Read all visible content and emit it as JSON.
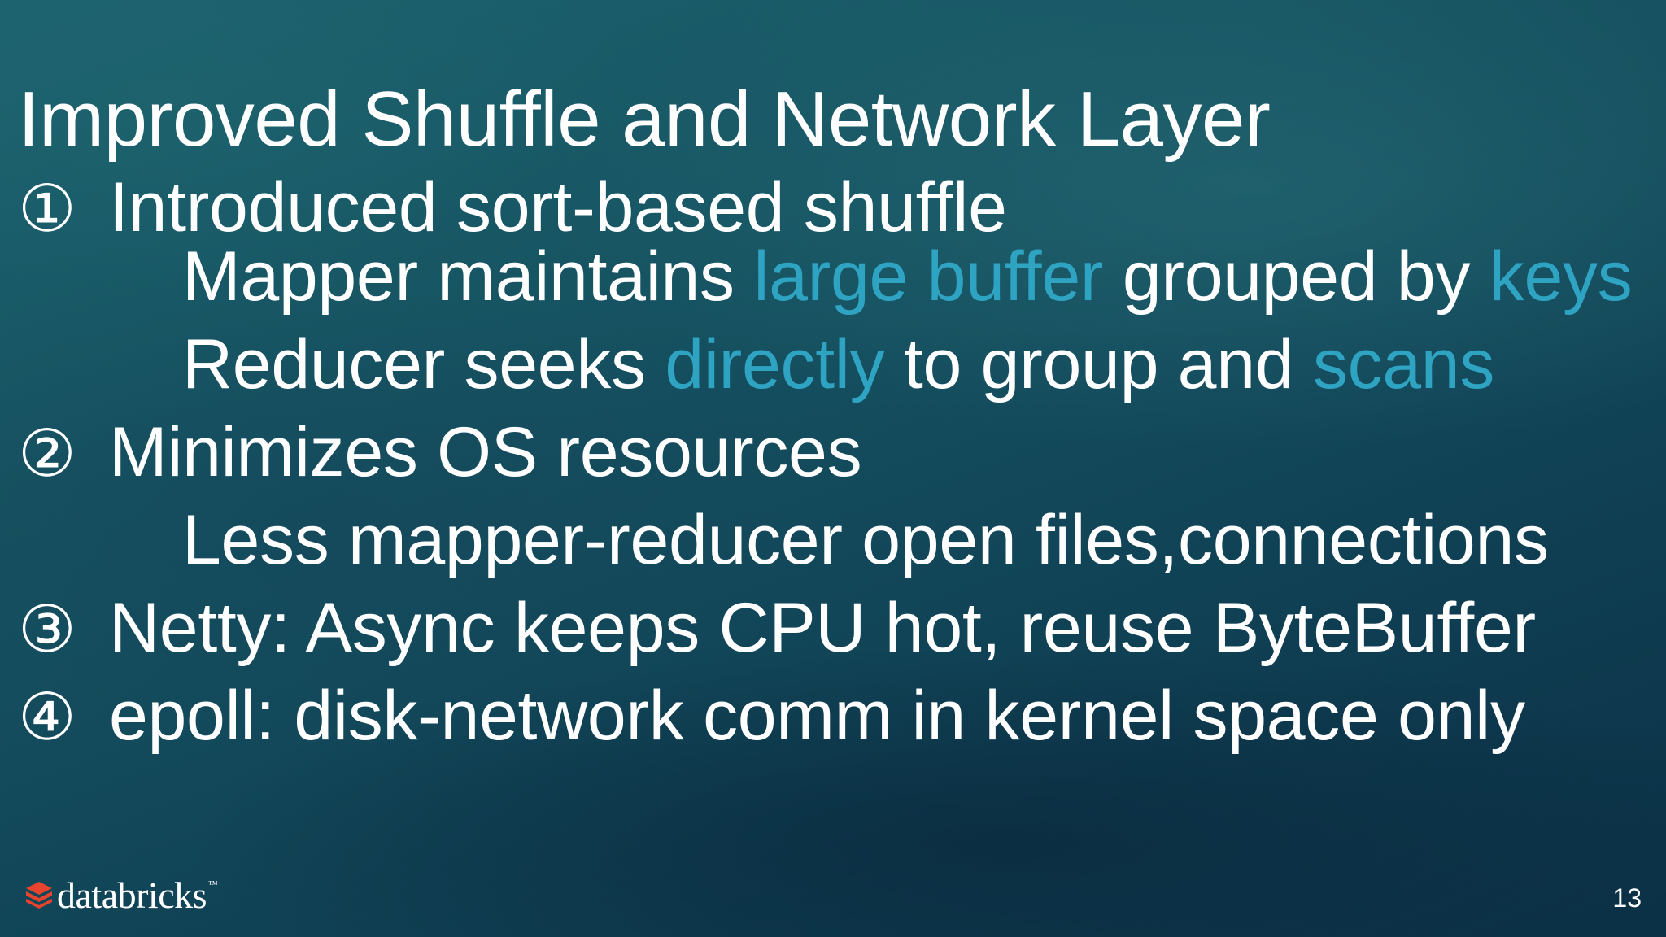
{
  "slide": {
    "title": "Improved Shuffle and Network Layer",
    "bullets": [
      {
        "marker": "①",
        "text": "Introduced sort-based shuffle"
      },
      {
        "marker": "②",
        "text": "Minimizes OS resources"
      },
      {
        "marker": "③",
        "text": "Netty: Async keeps CPU hot, reuse ByteBuffer"
      },
      {
        "marker": "④",
        "text": "epoll: disk-network comm in kernel space only"
      }
    ],
    "sub1": {
      "part1": "Mapper maintains ",
      "hl1": "large buffer",
      "part2": " grouped by ",
      "hl2": "keys"
    },
    "sub2": {
      "part1": "Reducer seeks ",
      "hl1": "directly",
      "part2": " to group and ",
      "hl2": "scans"
    },
    "sub3": {
      "text": "Less mapper-reducer open files,connections"
    },
    "logo_text": "databricks",
    "logo_tm": "™",
    "page_number": "13"
  },
  "colors": {
    "highlight": "#2fa3c2",
    "text": "#ffffff",
    "logo_red": "#e8432c"
  },
  "icons": {
    "logo_mark": "databricks-logo-icon"
  }
}
